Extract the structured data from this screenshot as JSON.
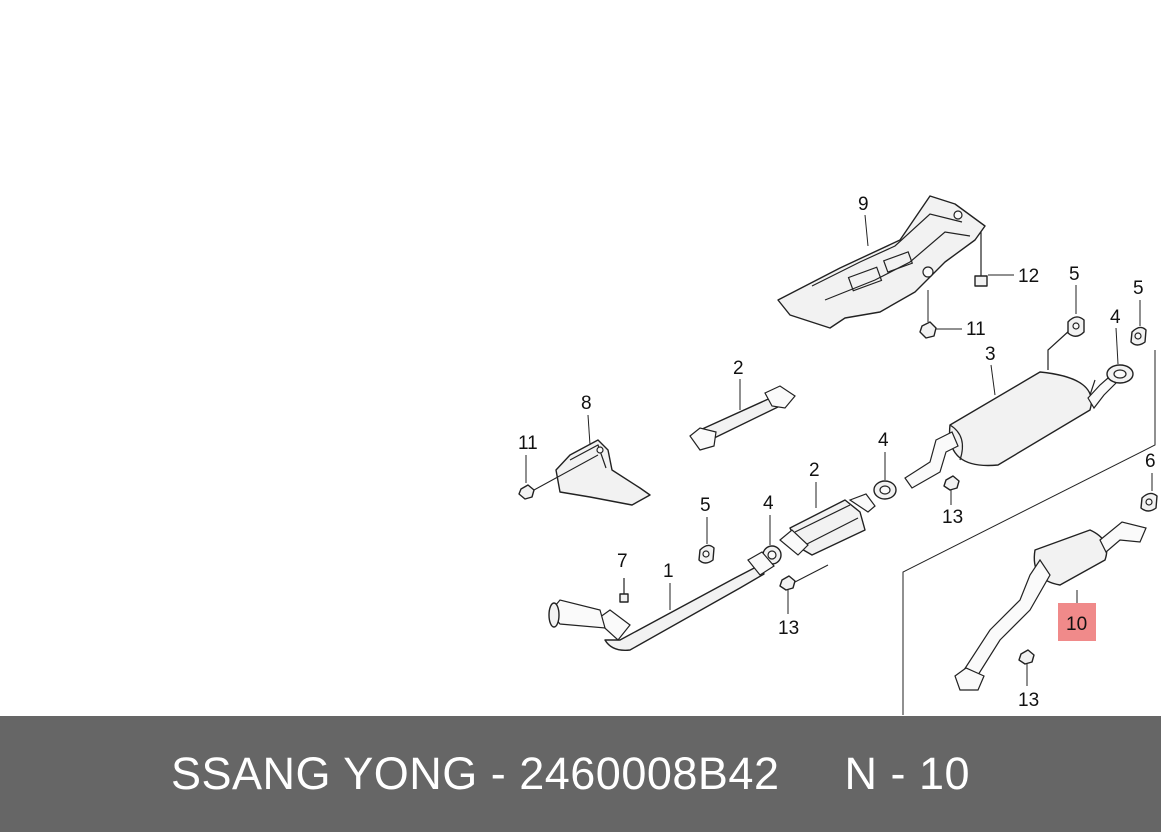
{
  "callouts": [
    "1",
    "2",
    "2",
    "3",
    "4",
    "4",
    "4",
    "5",
    "5",
    "5",
    "6",
    "7",
    "8",
    "9",
    "10",
    "11",
    "11",
    "12",
    "13",
    "13",
    "13"
  ],
  "highlight_color": "#f08a8a",
  "footer": {
    "text": "SSANG YONG - 2460008B42     N - 10"
  }
}
